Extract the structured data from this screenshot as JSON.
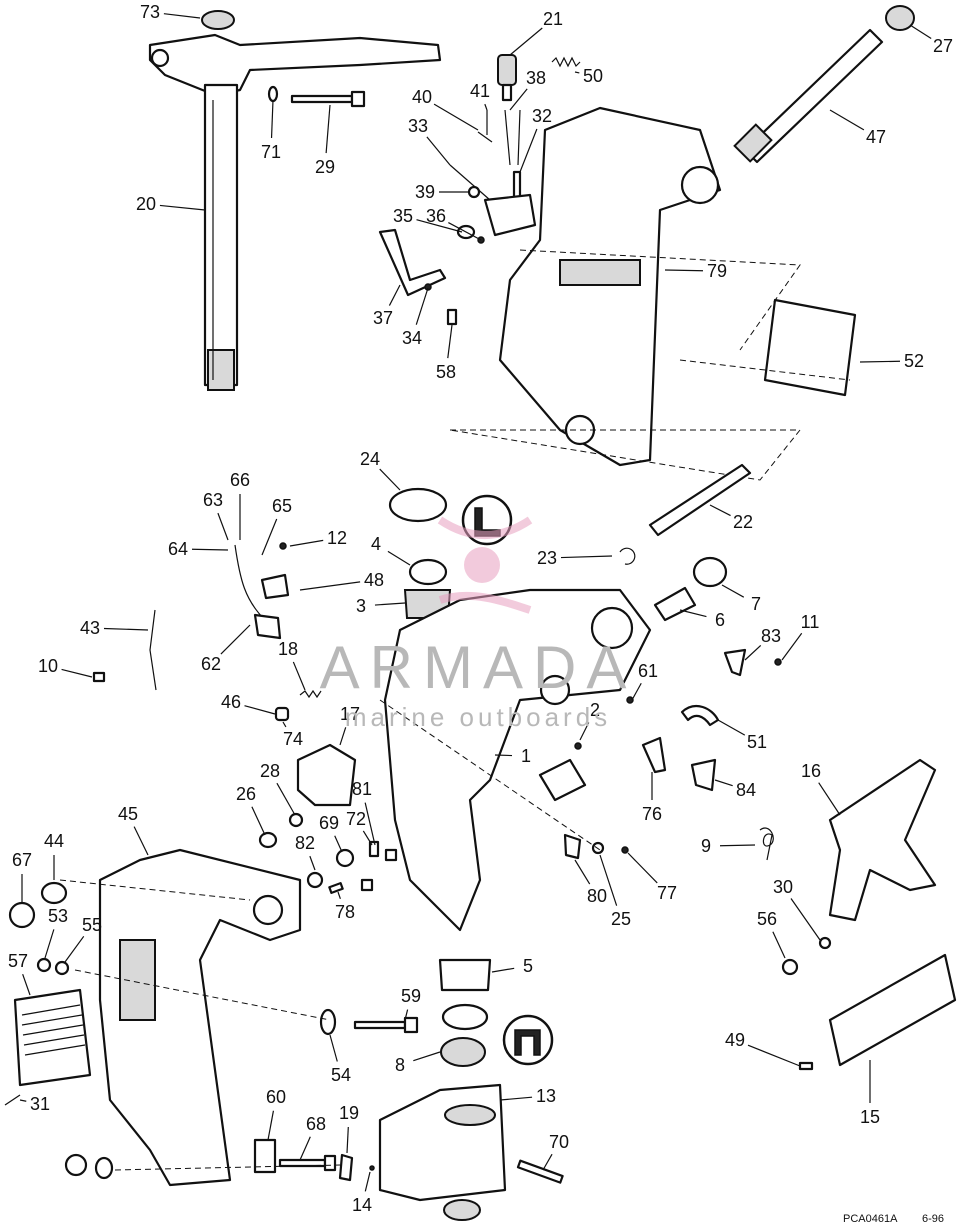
{
  "diagram": {
    "callouts": [
      "73",
      "21",
      "27",
      "38",
      "50",
      "40",
      "41",
      "32",
      "47",
      "33",
      "39",
      "35",
      "36",
      "20",
      "71",
      "29",
      "79",
      "37",
      "34",
      "58",
      "52",
      "24",
      "22",
      "66",
      "63",
      "65",
      "64",
      "12",
      "48",
      "23",
      "7",
      "6",
      "3",
      "4",
      "43",
      "62",
      "83",
      "11",
      "10",
      "18",
      "61",
      "46",
      "74",
      "17",
      "1",
      "2",
      "51",
      "28",
      "26",
      "81",
      "84",
      "76",
      "16",
      "82",
      "69",
      "72",
      "80",
      "25",
      "77",
      "9",
      "45",
      "44",
      "67",
      "78",
      "30",
      "56",
      "53",
      "55",
      "57",
      "5",
      "59",
      "54",
      "8",
      "49",
      "31",
      "13",
      "15",
      "60",
      "68",
      "19",
      "70",
      "14"
    ],
    "footer": {
      "code": "PCA0461A",
      "date": "6-96"
    },
    "watermark": {
      "brand": "ARMADA",
      "tagline": "marine outboards"
    }
  }
}
